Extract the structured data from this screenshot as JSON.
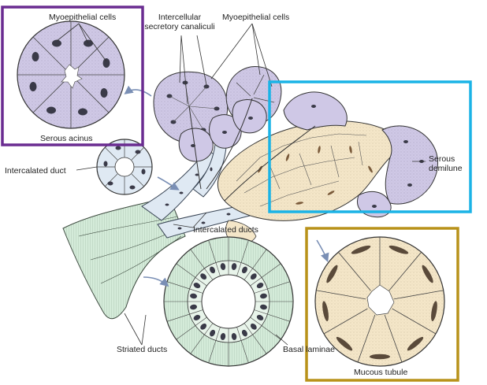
{
  "labels": {
    "myoepithelial_left": "Myoepithelial cells",
    "intercellular_line1": "Intercellular",
    "intercellular_line2": "secretory canaliculi",
    "myoepithelial_right": "Myoepithelial cells",
    "serous_acinus": "Serous acinus",
    "intercalated_duct": "Intercalated duct",
    "serous_demilune_line1": "Serous",
    "serous_demilune_line2": "demilune",
    "intercalated_ducts": "Intercalated ducts",
    "striated_ducts": "Striated ducts",
    "basal_laminae": "Basal laminae",
    "mucous_tubule": "Mucous tubule"
  },
  "colors": {
    "serous_purple": "#cfc8e6",
    "mucous_tan": "#f4e6c8",
    "duct_blue": "#dfe9f3",
    "striated_green": "#d4ebd9",
    "nucleus_dark": "#3a3a48",
    "box_purple": "#6a2c91",
    "box_cyan": "#1ab3e6",
    "box_gold": "#b8921a"
  }
}
